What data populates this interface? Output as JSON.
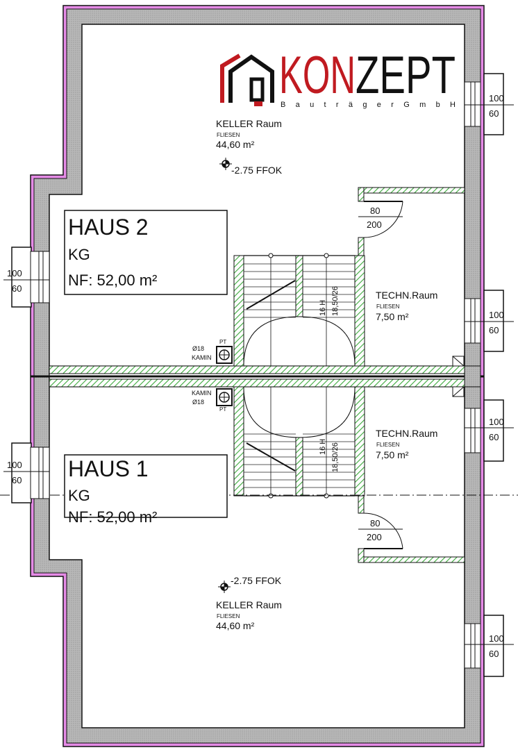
{
  "logo": {
    "brand": "KONZEPT",
    "brand_accent": "KON",
    "brand_rest": "ZEPT",
    "tagline": "B a u t r ä g e r   G m b H",
    "accent_color": "#c01a20"
  },
  "colors": {
    "outer_insulation": "#e58be6",
    "masonry": "#b3b3b3",
    "interior_wall": "#9fdc9f",
    "line": "#111111"
  },
  "haus2": {
    "box": {
      "title": "HAUS 2",
      "level": "KG",
      "nf": "NF: 52,00 m²"
    },
    "keller": {
      "name": "KELLER Raum",
      "floor": "FLIESEN",
      "area": "44,60 m²",
      "level": "-2.75 FFOK"
    },
    "techn": {
      "name": "TECHN.Raum",
      "floor": "FLIESEN",
      "area": "7,50 m²"
    },
    "door": {
      "width": "80",
      "height": "200"
    },
    "stair": {
      "label": "16 H",
      "dims": "18,50/26"
    },
    "chimney": {
      "dia": "Ø18",
      "label": "KAMIN",
      "pt": "PT"
    },
    "windows": [
      {
        "top": "100",
        "bottom": "60"
      },
      {
        "top": "100",
        "bottom": "60"
      },
      {
        "top": "100",
        "bottom": "60"
      }
    ]
  },
  "haus1": {
    "box": {
      "title": "HAUS 1",
      "level": "KG",
      "nf": "NF: 52,00 m²"
    },
    "keller": {
      "name": "KELLER Raum",
      "floor": "FLIESEN",
      "area": "44,60 m²",
      "level": "-2.75 FFOK"
    },
    "techn": {
      "name": "TECHN.Raum",
      "floor": "FLIESEN",
      "area": "7,50 m²"
    },
    "door": {
      "width": "80",
      "height": "200"
    },
    "stair": {
      "label": "16 H",
      "dims": "18,50/26"
    },
    "chimney": {
      "dia": "Ø18",
      "label": "KAMIN",
      "pt": "PT"
    },
    "windows": [
      {
        "top": "100",
        "bottom": "60"
      },
      {
        "top": "100",
        "bottom": "60"
      },
      {
        "top": "100",
        "bottom": "60"
      }
    ]
  }
}
